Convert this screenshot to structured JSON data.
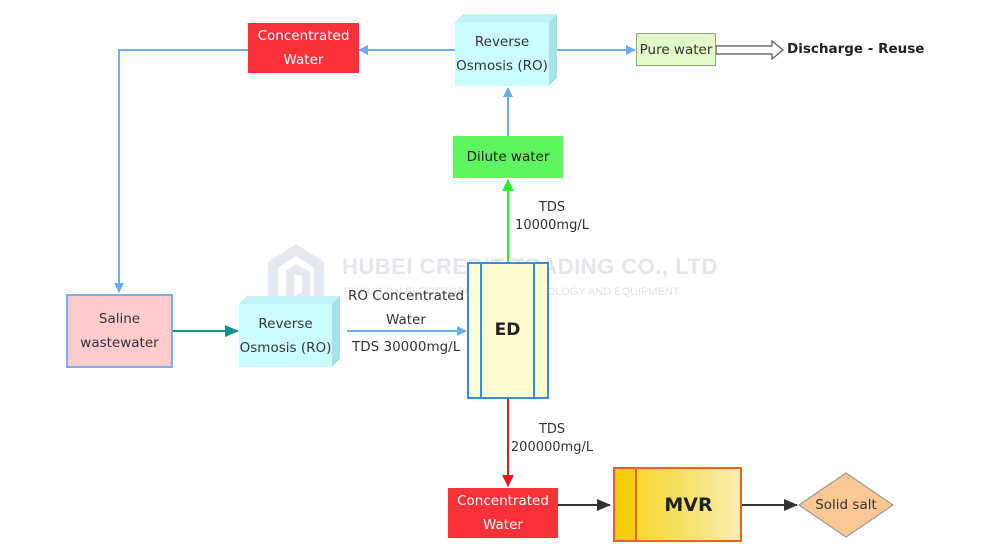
{
  "watermark": {
    "company": "HUBEI CREDIT TRADING CO., LTD",
    "tagline": "FOCUS ON ELECTRODIALYSIS TECHNOLOGY AND EQUIPMENT."
  },
  "nodes": {
    "concentrated_top": {
      "line1": "Concentrated",
      "line2": "Water"
    },
    "ro_top": {
      "line1": "Reverse",
      "line2": "Osmosis (RO)"
    },
    "pure_water": {
      "label": "Pure water"
    },
    "discharge": {
      "label": "Discharge - Reuse"
    },
    "dilute_water": {
      "label": "Dilute water"
    },
    "saline": {
      "line1": "Saline",
      "line2": "wastewater"
    },
    "ro_bottom": {
      "line1": "Reverse",
      "line2": "Osmosis (RO)"
    },
    "ed": {
      "label": "ED"
    },
    "concentrated_bottom": {
      "line1": "Concentrated",
      "line2": "Water"
    },
    "mvr": {
      "label": "MVR"
    },
    "solid_salt": {
      "label": "Solid salt"
    }
  },
  "edge_labels": {
    "ro_to_ed": {
      "line1": "RO Concentrated",
      "line2": "Water",
      "line3": "TDS 30000mg/L"
    },
    "ed_to_dilute": {
      "line1": "TDS",
      "line2": "10000mg/L"
    },
    "ed_to_concentrated": {
      "line1": "TDS",
      "line2": "200000mg/L"
    }
  },
  "colors": {
    "concentrated": "#f93138",
    "reverse_osmosis": "#ccfdfe",
    "dilute": "#5df65e",
    "pure": "#e2fbc8",
    "saline": "#fecccc",
    "ed_fill": "#fdfdd0",
    "ed_border": "#3a8ae0",
    "mvr_border": "#e8641c",
    "solid_salt": "#fbc893",
    "flow_blue": "#69aef2",
    "flow_green": "#2cf02c",
    "flow_red": "#f4101a",
    "flow_teal": "#18918a",
    "flow_dark": "#333333"
  }
}
